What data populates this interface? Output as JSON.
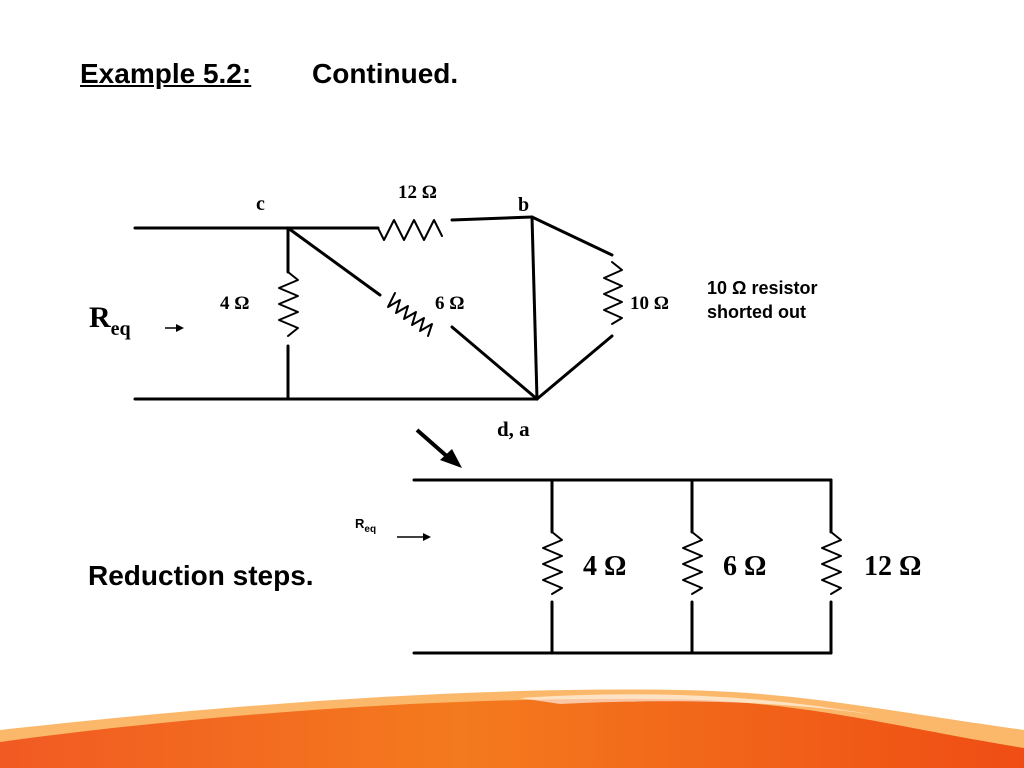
{
  "title": {
    "label": "Example 5.2:",
    "text": "Continued."
  },
  "reduction_text": "Reduction steps.",
  "note": {
    "line1": "10 Ω resistor",
    "line2": "shorted out"
  },
  "circuit1": {
    "nodes": {
      "c": "c",
      "b": "b",
      "da": "d, a"
    },
    "resistors": {
      "r12": "12 Ω",
      "r6": "6 Ω",
      "r4": "4 Ω",
      "r10": "10 Ω"
    },
    "req": {
      "main": "R",
      "sub": "eq"
    }
  },
  "circuit2": {
    "req": {
      "main": "R",
      "sub": "eq"
    },
    "resistors": [
      "4 Ω",
      "6 Ω",
      "12 Ω"
    ]
  },
  "colors": {
    "wire": "#000000",
    "banner_primary": "#f05a14",
    "banner_secondary": "#f9a23a"
  }
}
